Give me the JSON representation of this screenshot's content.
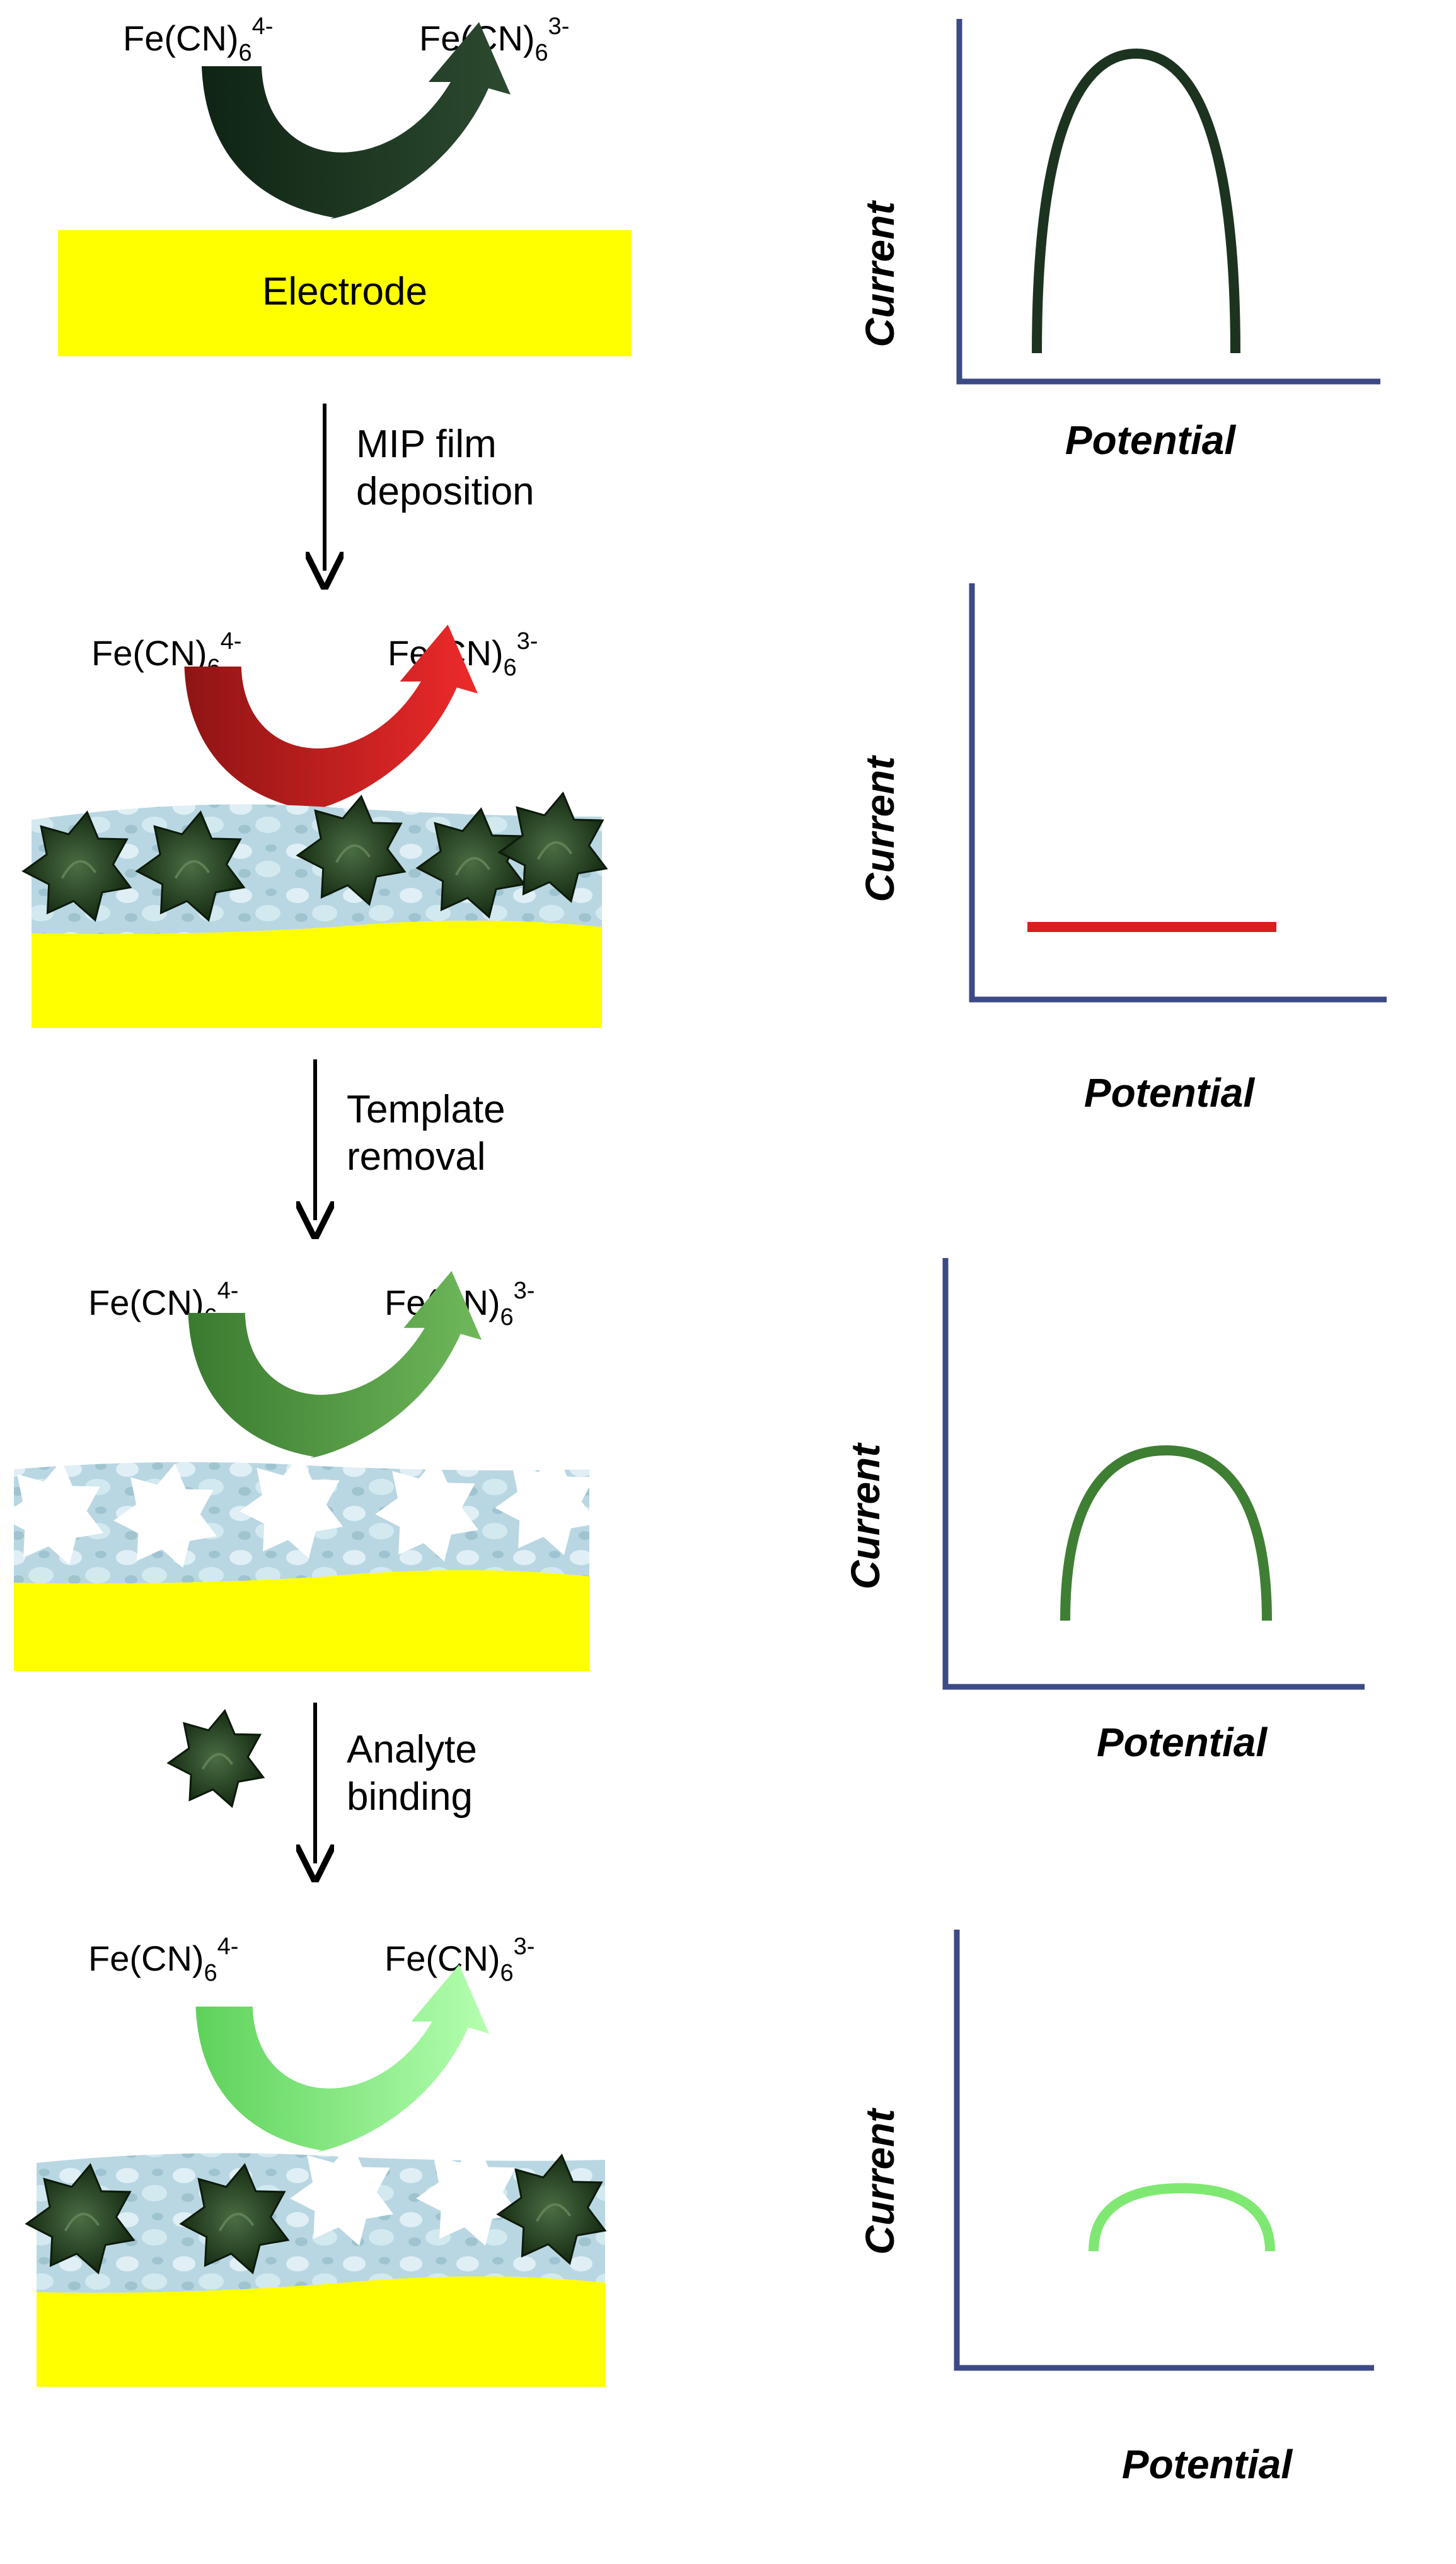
{
  "reactant": {
    "base": "Fe(CN)",
    "sub": "6",
    "sup": "4-"
  },
  "product": {
    "base": "Fe(CN)",
    "sub": "6",
    "sup": "3-"
  },
  "electrode_label": "Electrode",
  "steps": [
    {
      "line1": "MIP film",
      "line2": "deposition"
    },
    {
      "line1": "Template",
      "line2": "removal"
    },
    {
      "line1": "Analyte",
      "line2": "binding"
    }
  ],
  "axes": {
    "y_label": "Current",
    "x_label": "Potential"
  },
  "colors": {
    "bare_electrode": "#1c3320",
    "mip_deposited": "#d81e1e",
    "template_removed": "#3f7f33",
    "analyte_bound": "#7fe872",
    "axis": "#3c4a86",
    "electrode": "#ffff00",
    "polymer": "#bcd8e2",
    "template_molecule": "#1f3a1f"
  },
  "chart_data": [
    {
      "type": "line",
      "name": "",
      "x_axis_label": "Potential",
      "y_axis_label": "Current",
      "curve": "peak",
      "relative_peak_height": 1.0
    },
    {
      "type": "line",
      "name": "",
      "x_axis_label": "Potential",
      "y_axis_label": "Current",
      "curve": "flat",
      "relative_peak_height": 0.05
    },
    {
      "type": "line",
      "name": "",
      "x_axis_label": "Potential",
      "y_axis_label": "Current",
      "curve": "peak",
      "relative_peak_height": 0.5
    },
    {
      "type": "line",
      "name": "",
      "x_axis_label": "Potential",
      "y_axis_label": "Current",
      "curve": "peak",
      "relative_peak_height": 0.25
    }
  ]
}
